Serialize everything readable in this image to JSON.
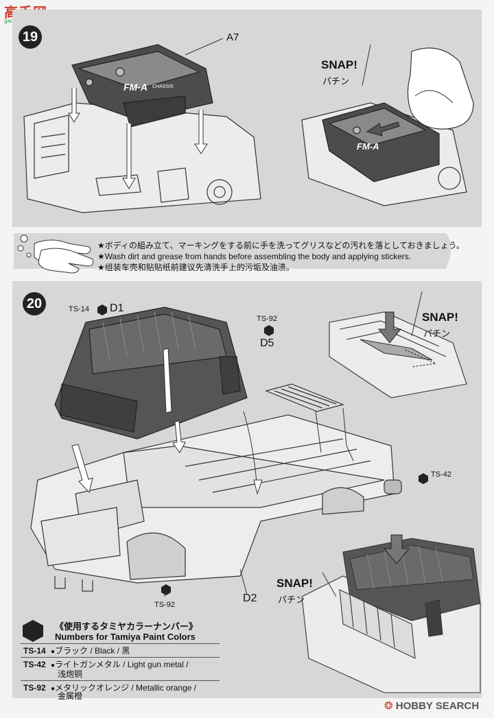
{
  "watermark_top": {
    "text": "高手网",
    "url": "gao-shou.com"
  },
  "step19": {
    "number": "19",
    "part_label": "A7",
    "snap": "SNAP!",
    "snap_jp": "パチン",
    "logo_text": "FM-A",
    "logo_sub": "CHASSIS"
  },
  "notes": [
    "★ボディの組み立て、マーキングをする前に手を洗ってグリスなどの汚れを落としておきましょう。",
    "★Wash dirt and grease from hands before assembling the body and applying stickers.",
    "★组装车壳和贴贴纸前建议先清洗手上的污垢及油渍。"
  ],
  "step20": {
    "number": "20",
    "d1_label": "D1",
    "d1_paint": "TS-14",
    "d5_label": "D5",
    "d5_paint": "TS-92",
    "d2_label": "D2",
    "d2_paint": "TS-92",
    "side_paint": "TS-42",
    "snap_a": "SNAP!",
    "snap_a_jp": "パチン",
    "snap_b": "SNAP!",
    "snap_b_jp": "パチン"
  },
  "legend": {
    "title_jp": "《使用するタミヤカラーナンバー》",
    "title_en": "Numbers for Tamiya Paint Colors",
    "rows": [
      {
        "code": "TS-14",
        "desc": "ブラック / Black / 黑",
        "desc2": ""
      },
      {
        "code": "TS-42",
        "desc": "ライトガンメタル / Light gun metal /",
        "desc2": "浅炮铜"
      },
      {
        "code": "TS-92",
        "desc": "メタリックオレンジ / Metallic orange /",
        "desc2": "金属橙"
      }
    ]
  },
  "watermark_bottom": "HOBBY SEARCH",
  "colors": {
    "panel": "#d7d7d7",
    "background": "#f4f4f4",
    "ink": "#222222",
    "dark_part": "#555555",
    "watermark_red": "#d23a2a",
    "watermark_green": "#2f9a3a"
  }
}
